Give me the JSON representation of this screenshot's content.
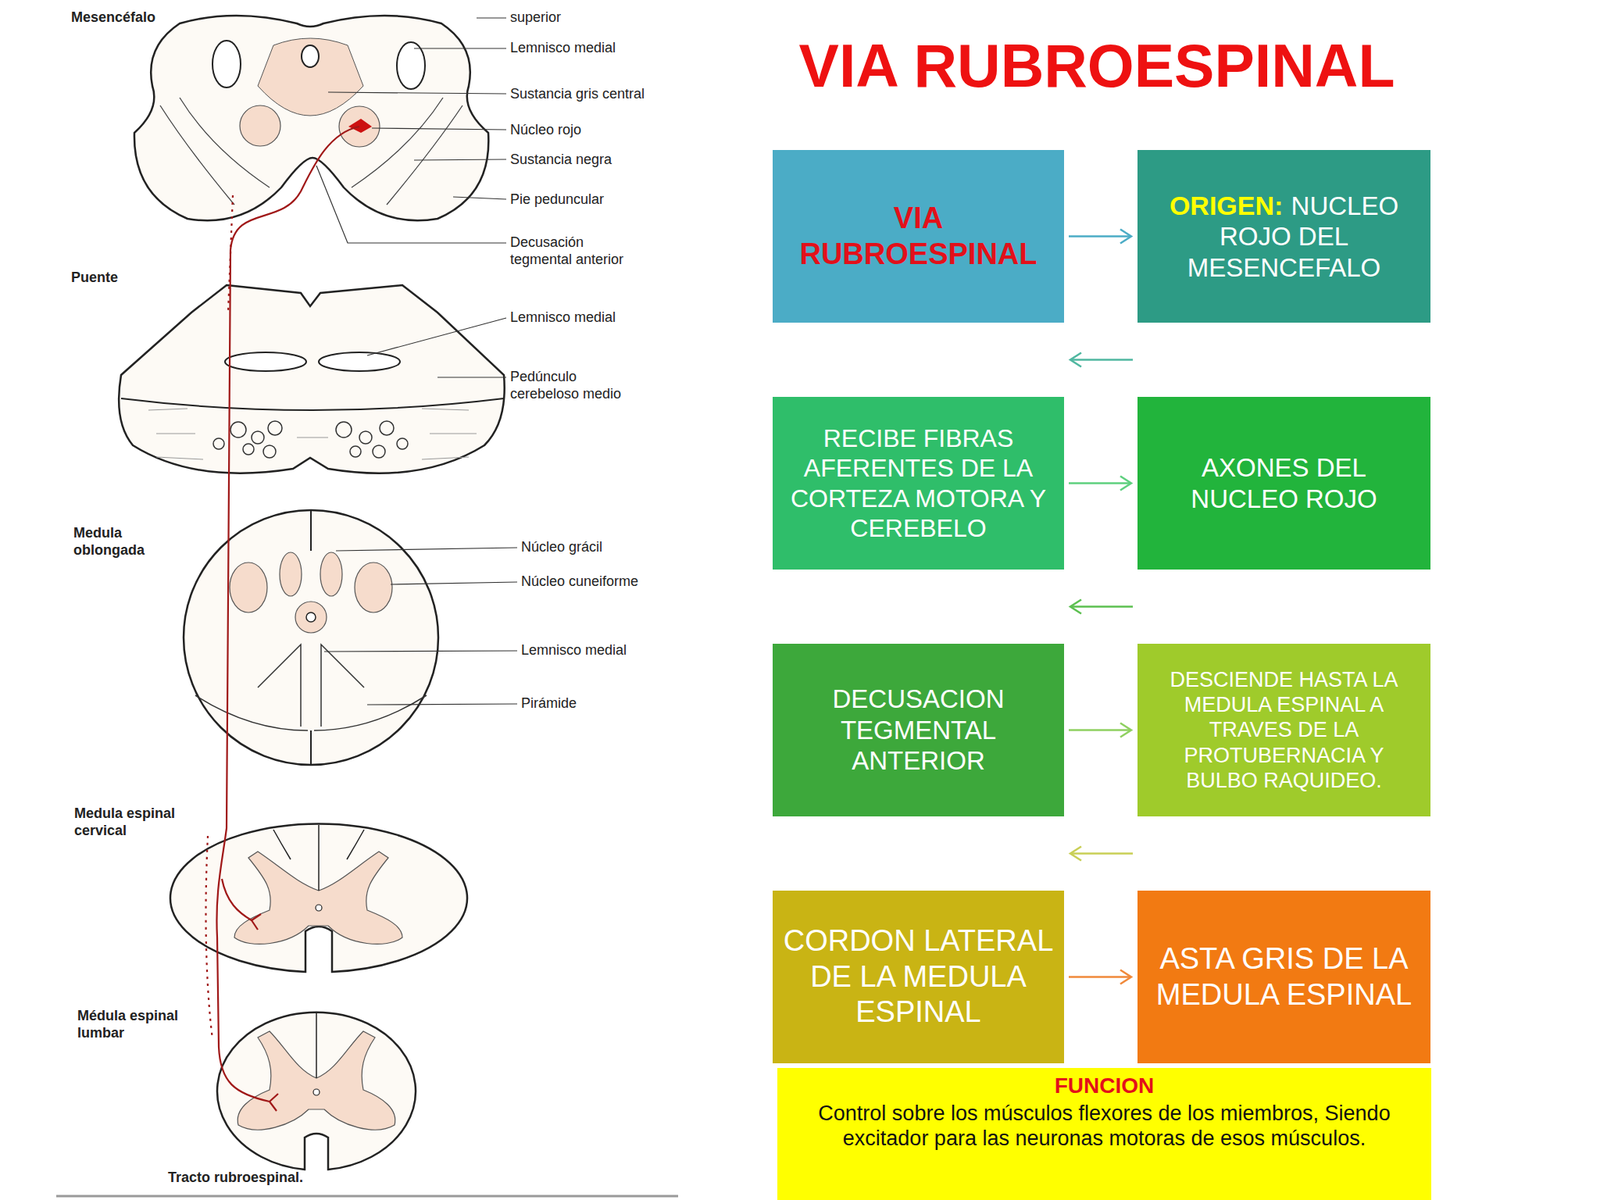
{
  "diagram": {
    "title": "VIA RUBROESPINAL",
    "nodes": [
      {
        "text": [
          "VIA RUBROESPINAL"
        ]
      },
      {
        "text": [
          "ORIGEN:",
          "NUCLEO ROJO DEL MESENCEFALO"
        ]
      },
      {
        "text": [
          "RECIBE FIBRAS AFERENTES DE LA CORTEZA MOTORA Y CEREBELO"
        ]
      },
      {
        "text": [
          "AXONES DEL NUCLEO ROJO"
        ]
      },
      {
        "text": [
          "DECUSACION TEGMENTAL ANTERIOR"
        ]
      },
      {
        "text": [
          "DESCIENDE HASTA LA MEDULA ESPINAL A TRAVES DE LA PROTUBERNACIA Y BULBO RAQUIDEO."
        ]
      },
      {
        "text": [
          "CORDON LATERAL DE LA MEDULA ESPINAL"
        ]
      },
      {
        "text": [
          "ASTA GRIS DE LA MEDULA ESPINAL"
        ]
      },
      {
        "text": [
          "FUNCION",
          "Control sobre los músculos flexores de los miembros, Siendo excitador para las neuronas motoras de esos músculos."
        ]
      }
    ],
    "edges": [
      {
        "from": 0,
        "to": 1,
        "arrow": "to"
      },
      {
        "from": 1,
        "to": 2,
        "arrow": "to"
      },
      {
        "from": 2,
        "to": 3,
        "arrow": "to"
      },
      {
        "from": 3,
        "to": 4,
        "arrow": "to"
      },
      {
        "from": 4,
        "to": 5,
        "arrow": "to"
      },
      {
        "from": 5,
        "to": 6,
        "arrow": "to"
      },
      {
        "from": 6,
        "to": 7,
        "arrow": "to"
      }
    ],
    "labels": [
      "Mesencéfalo",
      "superior",
      "Lemnisco medial",
      "Sustancia gris central",
      "Núcleo rojo",
      "Sustancia negra",
      "Pie peduncular",
      "Decusación tegmental anterior",
      "Puente",
      "Lemnisco medial",
      "Pedúnculo cerebeloso medio",
      "Medula oblongada",
      "Núcleo grácil",
      "Núcleo cuneiforme",
      "Lemnisco medial",
      "Pirámide",
      "Medula espinal cervical",
      "Médula espinal lumbar",
      "Tracto rubroespinal."
    ]
  }
}
